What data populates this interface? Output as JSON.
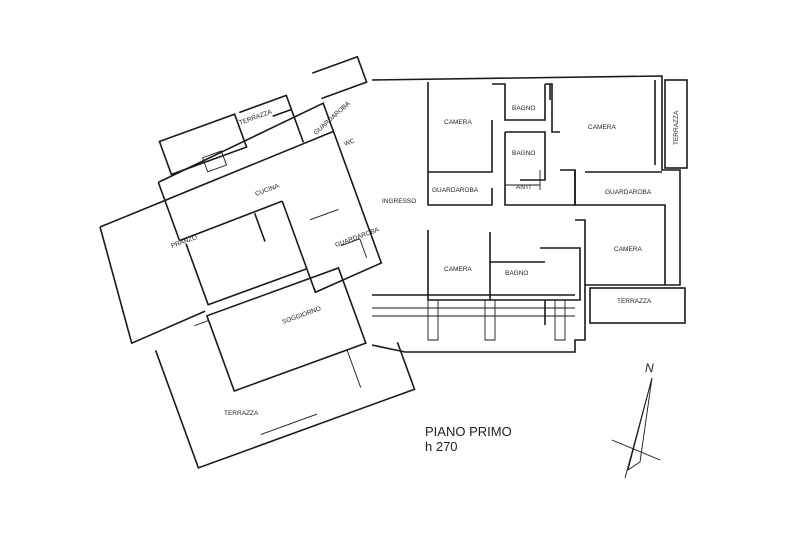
{
  "plan": {
    "title": "PIANO PRIMO",
    "height_note": "h 270",
    "north_label": "N"
  },
  "rooms": [
    {
      "id": "terrazza-top-left",
      "label": "TERRAZZA"
    },
    {
      "id": "guardaroba-left",
      "label": "GUARDAROBA"
    },
    {
      "id": "wc",
      "label": "WC"
    },
    {
      "id": "cucina",
      "label": "CUCINA"
    },
    {
      "id": "pranzo",
      "label": "PRANZO"
    },
    {
      "id": "ingresso",
      "label": "INGRESSO"
    },
    {
      "id": "guardaroba-center",
      "label": "GUARDAROBA"
    },
    {
      "id": "soggiorno",
      "label": "SOGGIORNO"
    },
    {
      "id": "terrazza-big",
      "label": "TERRAZZA"
    },
    {
      "id": "camera-1",
      "label": "CAMERA"
    },
    {
      "id": "bagno-1",
      "label": "BAGNO"
    },
    {
      "id": "bagno-2",
      "label": "BAGNO"
    },
    {
      "id": "anti",
      "label": "ANTI"
    },
    {
      "id": "guardaroba-2",
      "label": "GUARDAROBA"
    },
    {
      "id": "camera-master",
      "label": "CAMERA"
    },
    {
      "id": "terrazza-right",
      "label": "TERRAZZA"
    },
    {
      "id": "guardaroba-right",
      "label": "GUARDAROBA"
    },
    {
      "id": "camera-right",
      "label": "CAMERA"
    },
    {
      "id": "terrazza-bottom-right",
      "label": "TERRAZZA"
    },
    {
      "id": "camera-center",
      "label": "CAMERA"
    },
    {
      "id": "bagno-center",
      "label": "BAGNO"
    }
  ]
}
